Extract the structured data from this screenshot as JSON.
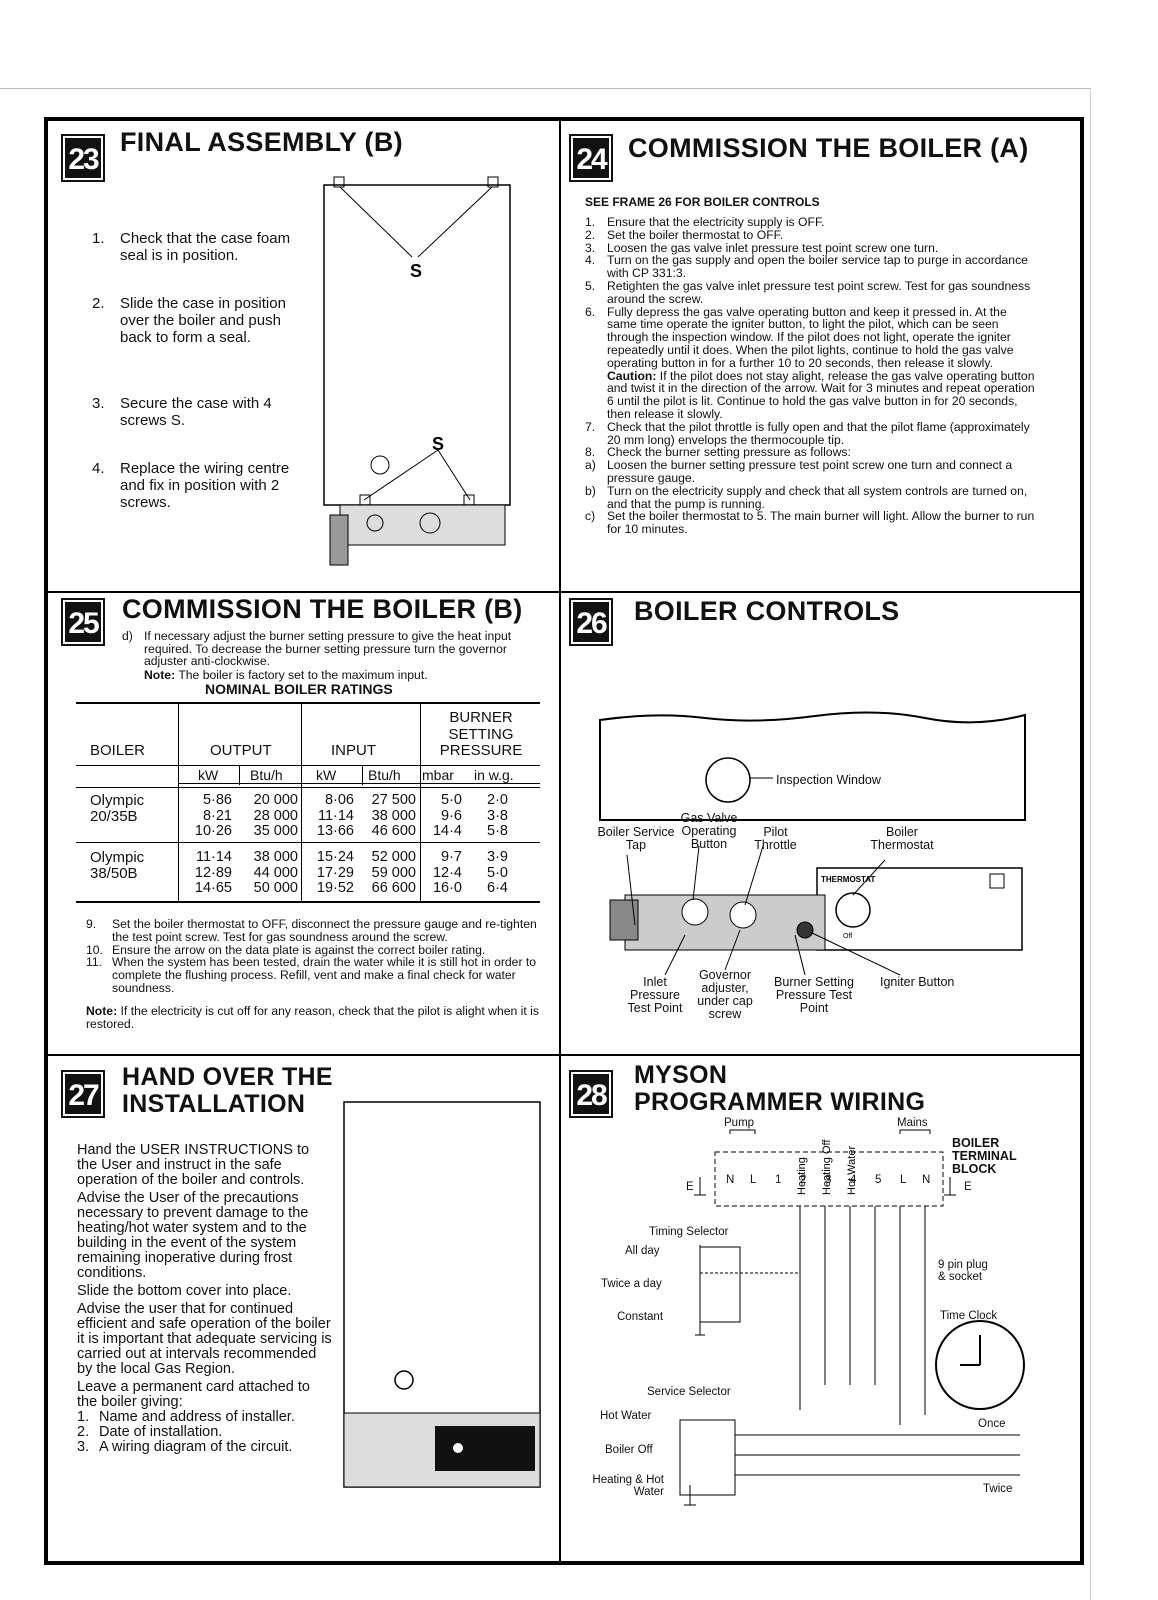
{
  "s23": {
    "num": "23",
    "title": "FINAL ASSEMBLY (B)",
    "steps": [
      {
        "n": "1.",
        "text": "Check that the case foam seal is in position."
      },
      {
        "n": "2.",
        "text": "Slide the case in position over the boiler and push back to form a seal."
      },
      {
        "n": "3.",
        "text": "Secure the case with 4 screws S."
      },
      {
        "n": "4.",
        "text": "Replace the wiring centre and fix in position with 2 screws."
      }
    ],
    "fig_label_s1": "S",
    "fig_label_s2": "S"
  },
  "s24": {
    "num": "24",
    "title": "COMMISSION THE BOILER (A)",
    "subhead": "SEE FRAME 26 FOR BOILER CONTROLS",
    "steps": [
      {
        "n": "1.",
        "text": "Ensure that the electricity supply is OFF."
      },
      {
        "n": "2.",
        "text": "Set the boiler thermostat to OFF."
      },
      {
        "n": "3.",
        "text": "Loosen the gas valve inlet pressure test point screw one turn."
      },
      {
        "n": "4.",
        "text": "Turn on the gas supply and open the boiler service tap to purge in accordance with CP 331:3."
      },
      {
        "n": "5.",
        "text": "Retighten the gas valve inlet pressure test point screw. Test for gas soundness around the screw."
      },
      {
        "n": "6.",
        "text": "Fully depress the gas valve operating button and keep it pressed in. At the same time operate the igniter button, to light the pilot, which can be seen through the inspection window. If the pilot does not light, operate the igniter repeatedly until it does. When the pilot lights, continue to hold the gas valve operating button in for a further 10 to 20 seconds, then release it slowly."
      },
      {
        "n": "",
        "bold": "Caution:",
        "text": " If the pilot does not stay alight, release the gas valve operating button and twist it in the direction of the arrow. Wait for 3 minutes and repeat operation 6 until the pilot is lit. Continue to hold the gas valve button in for 20 seconds, then release it slowly."
      },
      {
        "n": "7.",
        "text": "Check that the pilot throttle is fully open and that the pilot flame (approximately 20 mm long) envelops the thermocouple tip."
      },
      {
        "n": "8.",
        "text": "Check the burner setting pressure as follows:"
      },
      {
        "n": "a)",
        "text": "Loosen the burner setting pressure test point screw one turn and connect a pressure gauge."
      },
      {
        "n": "b)",
        "text": "Turn on the electricity supply and check that all system controls are turned on, and that the pump is running."
      },
      {
        "n": "c)",
        "text": "Set the boiler thermostat to 5. The main burner will light. Allow the burner to run for 10 minutes."
      }
    ]
  },
  "s25": {
    "num": "25",
    "title": "COMMISSION THE BOILER (B)",
    "intro_n": "d)",
    "intro": "If necessary adjust the burner setting pressure to give the heat input required. To decrease the burner setting pressure turn the governor adjuster anti-clockwise.",
    "note_bold": "Note:",
    "note": " The boiler is factory set to the maximum input.",
    "table_title": "NOMINAL BOILER RATINGS",
    "headers": {
      "boiler": "BOILER",
      "output": "OUTPUT",
      "input": "INPUT",
      "burner": "BURNER SETTING PRESSURE"
    },
    "units": [
      "kW",
      "Btu/h",
      "kW",
      "Btu/h",
      "mbar",
      "in w.g."
    ],
    "rows": [
      {
        "model": "Olympic 20/35B",
        "out_kw": [
          "5·86",
          "8·21",
          "10·26"
        ],
        "out_btu": [
          "20 000",
          "28 000",
          "35 000"
        ],
        "in_kw": [
          "8·06",
          "11·14",
          "13·66"
        ],
        "in_btu": [
          "27 500",
          "38 000",
          "46 600"
        ],
        "mbar": [
          "5·0",
          "9·6",
          "14·4"
        ],
        "inwg": [
          "2·0",
          "3·8",
          "5·8"
        ]
      },
      {
        "model": "Olympic 38/50B",
        "out_kw": [
          "11·14",
          "12·89",
          "14·65"
        ],
        "out_btu": [
          "38 000",
          "44 000",
          "50 000"
        ],
        "in_kw": [
          "15·24",
          "17·29",
          "19·52"
        ],
        "in_btu": [
          "52 000",
          "59 000",
          "66 600"
        ],
        "mbar": [
          "9·7",
          "12·4",
          "16·0"
        ],
        "inwg": [
          "3·9",
          "5·0",
          "6·4"
        ]
      }
    ],
    "steps": [
      {
        "n": "9.",
        "text": "Set the boiler thermostat to OFF, disconnect the pressure gauge and re-tighten the test point screw. Test for gas soundness around the screw."
      },
      {
        "n": "10.",
        "text": "Ensure the arrow on the data plate is against the correct boiler rating."
      },
      {
        "n": "11.",
        "text": "When the system has been tested, drain the water while it is still hot in order to complete the flushing process. Refill, vent and make a final check for water soundness."
      }
    ],
    "note2_bold": "Note:",
    "note2": " If the electricity is cut off for any reason, check that the pilot is alight when it is restored."
  },
  "s26": {
    "num": "26",
    "title": "BOILER CONTROLS",
    "labels": {
      "inspection_window": "Inspection Window",
      "gas_valve": "Gas Valve Operating Button",
      "service_tap": "Boiler Service Tap",
      "pilot": "Pilot Throttle",
      "thermostat": "Boiler Thermostat",
      "thermostat_dial": "THERMOSTAT",
      "dial_off": "Off",
      "inlet": "Inlet Pressure Test Point",
      "governor": "Governor adjuster, under cap screw",
      "burner": "Burner Setting Pressure Test Point",
      "igniter": "Igniter Button"
    }
  },
  "s27": {
    "num": "27",
    "title_line1": "HAND OVER THE",
    "title_line2": "INSTALLATION",
    "p1": "Hand the USER INSTRUCTIONS to the User and instruct in the safe operation of the boiler and controls.",
    "p2": "Advise the User of the precautions necessary to prevent damage to the heating/hot water system and to the building in the event of the system remaining inoperative during frost conditions.",
    "p3": "Slide the bottom cover into place.",
    "p4": "Advise the user that for continued efficient and safe operation of the boiler it is important that adequate servicing is carried out at intervals recommended by the local Gas Region.",
    "p5": "Leave a permanent card attached to the boiler giving:",
    "list": [
      {
        "n": "1.",
        "text": "Name and address of installer."
      },
      {
        "n": "2.",
        "text": "Date of installation."
      },
      {
        "n": "3.",
        "text": "A wiring diagram of the circuit."
      }
    ]
  },
  "s28": {
    "num": "28",
    "title_line1": "MYSON",
    "title_line2": "PROGRAMMER WIRING",
    "pump": "Pump",
    "mains": "Mains",
    "terminal_block": "BOILER TERMINAL BLOCK",
    "terminals": [
      "N",
      "L",
      "1",
      "2",
      "3",
      "4",
      "5",
      "L",
      "N"
    ],
    "earth": "E",
    "timing_selector": "Timing Selector",
    "all_day": "All day",
    "twice_a_day": "Twice a day",
    "constant": "Constant",
    "heating": "Heating",
    "heating_off": "Heating Off",
    "hot_water": "Hot Water",
    "plug": "9 pin plug & socket",
    "time_clock": "Time Clock",
    "service_selector": "Service Selector",
    "sel_hot_water": "Hot Water",
    "sel_boiler_off": "Boiler Off",
    "sel_heating_hot": "Heating & Hot Water",
    "once": "Once",
    "twice": "Twice"
  }
}
